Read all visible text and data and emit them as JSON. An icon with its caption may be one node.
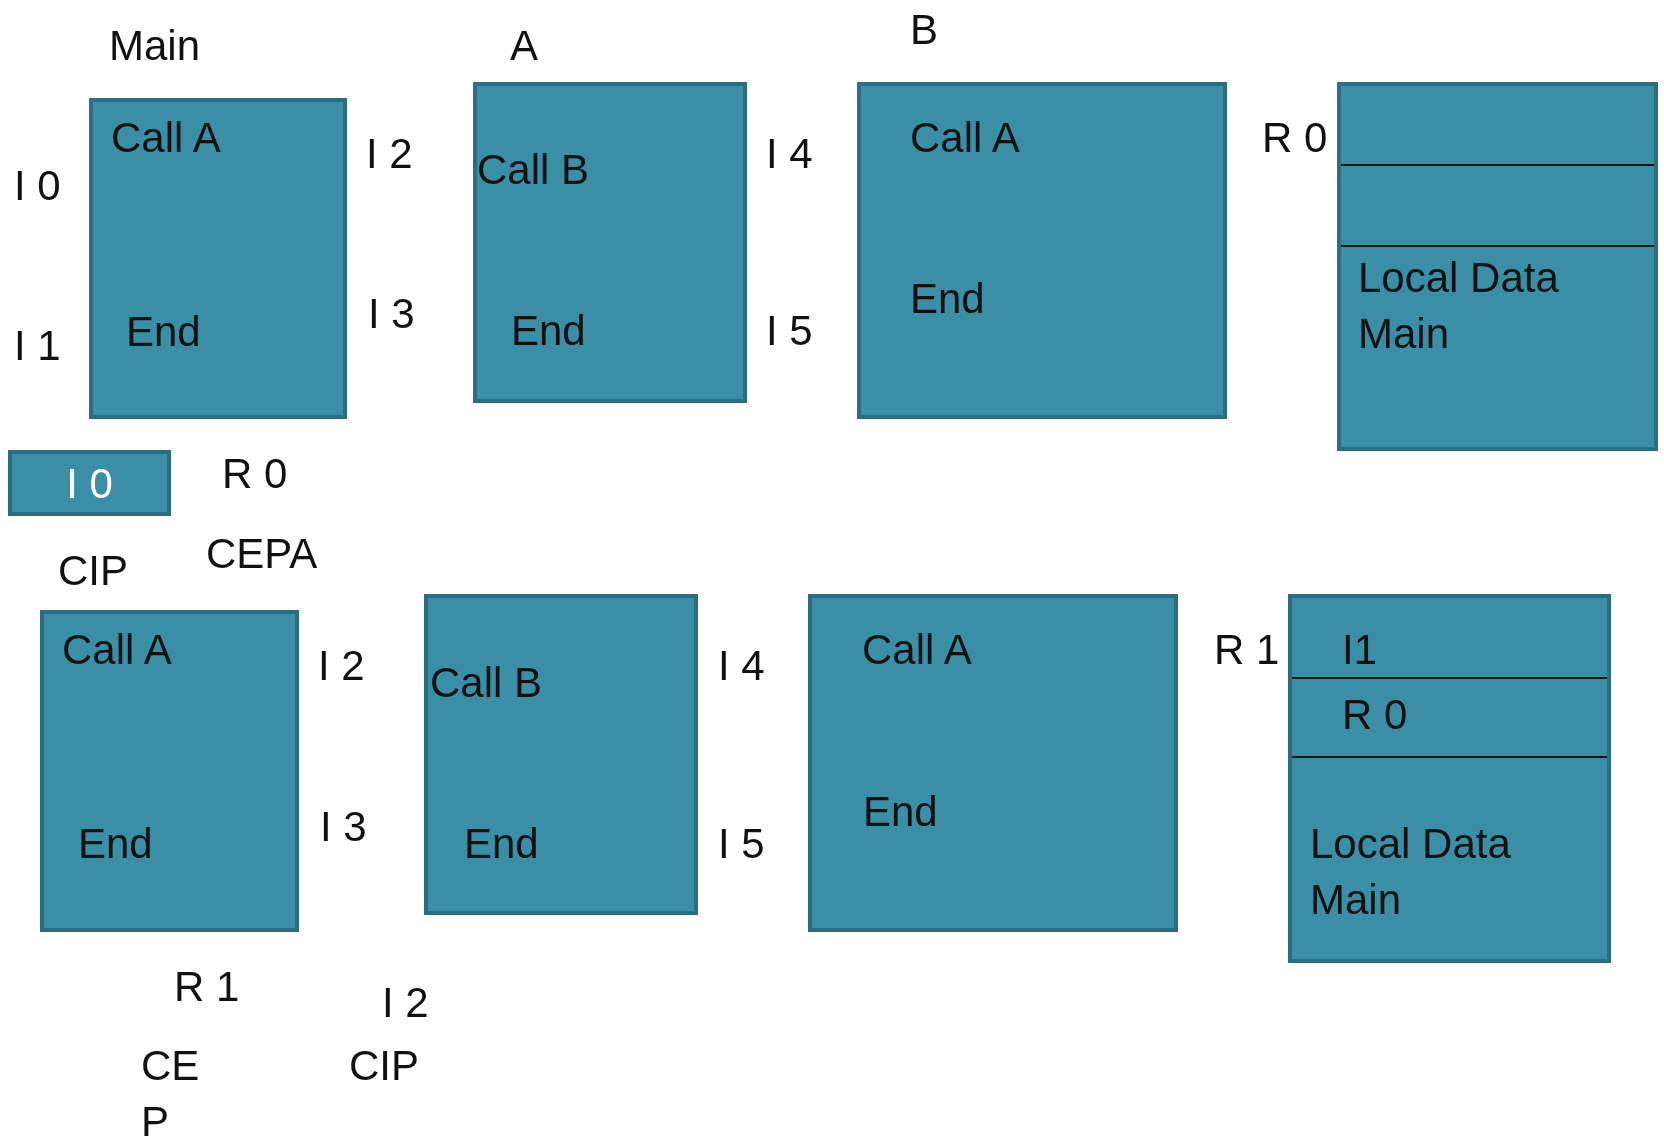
{
  "diagram": {
    "nodes": [
      {
        "text": [
          "Main",
          "Call A",
          "End"
        ]
      },
      {
        "text": [
          "A",
          "Call B",
          "End"
        ]
      },
      {
        "text": [
          "B",
          "Call A",
          "End"
        ]
      },
      {
        "text": [
          "Local Data Main"
        ]
      },
      {
        "text": [
          "I 0"
        ]
      },
      {
        "text": [
          "Call A",
          "End"
        ]
      },
      {
        "text": [
          "Call B",
          "End"
        ]
      },
      {
        "text": [
          "Call A",
          "End"
        ]
      },
      {
        "text": [
          "I1",
          "R 0",
          "Local Data Main"
        ]
      }
    ],
    "labels": [
      "I 2",
      "I 4",
      "R 0",
      "I 0",
      "I 3",
      "I 5",
      "I 1",
      "R 0",
      "CEPA",
      "CIP",
      "I 2",
      "I 4",
      "R 1",
      "I 3",
      "I 5",
      "R 1",
      "I 2",
      "CIP",
      "CE P"
    ]
  }
}
